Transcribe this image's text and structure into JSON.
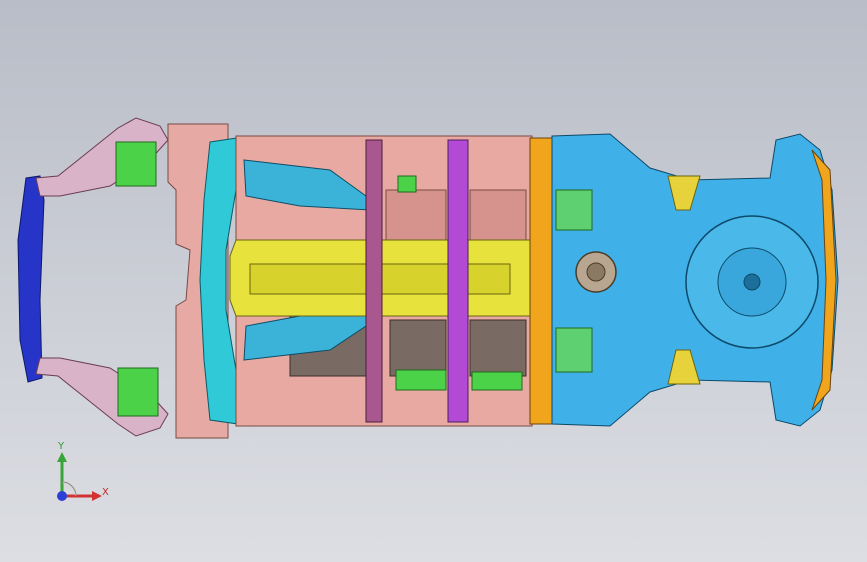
{
  "view": {
    "model": "car-body-underbody-assembly",
    "view_direction": "bottom"
  },
  "triad": {
    "y_label": "Y",
    "x_label": "X",
    "y_color": "#3aa33a",
    "x_color": "#d23232",
    "z_color": "#2a3fd6"
  },
  "colors": {
    "background_top": "#b9bdc7",
    "background_bottom": "#dcdee3",
    "rear_panel": "#3fb0e8",
    "floor_panel": "#e8a9a2",
    "center_tunnel": "#e8e23c",
    "front_crossmember": "#f0a51c",
    "front_bumper_beam": "#2634c8",
    "front_rail": "#d6a8c4",
    "wheelhouse": "#2fc9d8",
    "bracket_green": "#4cd248",
    "seat_crossmember": "#a54ad6"
  }
}
